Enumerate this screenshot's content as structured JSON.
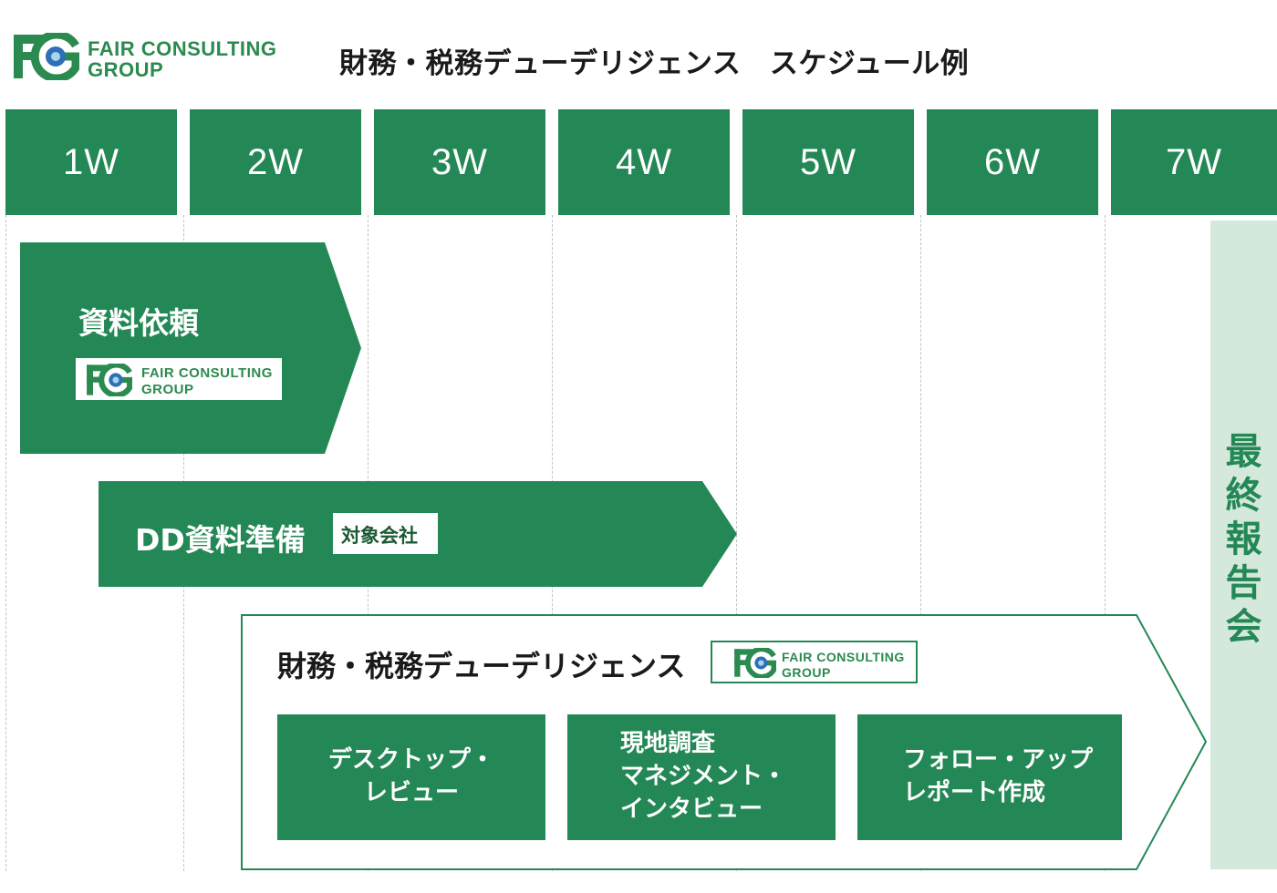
{
  "header": {
    "logo_line1": "FAIR CONSULTING",
    "logo_line2": "GROUP",
    "title": "財務・税務デューデリジェンス　スケジュール例"
  },
  "weeks": [
    "1W",
    "2W",
    "3W",
    "4W",
    "5W",
    "6W",
    "7W"
  ],
  "phases": {
    "request": {
      "label": "資料依頼",
      "owner_logo": "FAIR CONSULTING GROUP"
    },
    "preparation": {
      "label": "DD資料準備",
      "owner": "対象会社"
    },
    "due_diligence": {
      "label": "財務・税務デューデリジェンス",
      "owner_logo": "FAIR CONSULTING GROUP",
      "steps": [
        {
          "lines": [
            "デスクトップ・",
            "レビュー"
          ]
        },
        {
          "lines": [
            "現地調査",
            "マネジメント・",
            "インタビュー"
          ]
        },
        {
          "lines": [
            "フォロー・アップ",
            "レポート作成"
          ]
        }
      ]
    }
  },
  "final_report": "最終報告会",
  "colors": {
    "primary_green": "#248856",
    "light_green": "#d4e8dc",
    "logo_green": "#2b8a4f",
    "logo_blue": "#2e6fb7"
  },
  "icons": {
    "logo": "fcg-logo-icon"
  }
}
